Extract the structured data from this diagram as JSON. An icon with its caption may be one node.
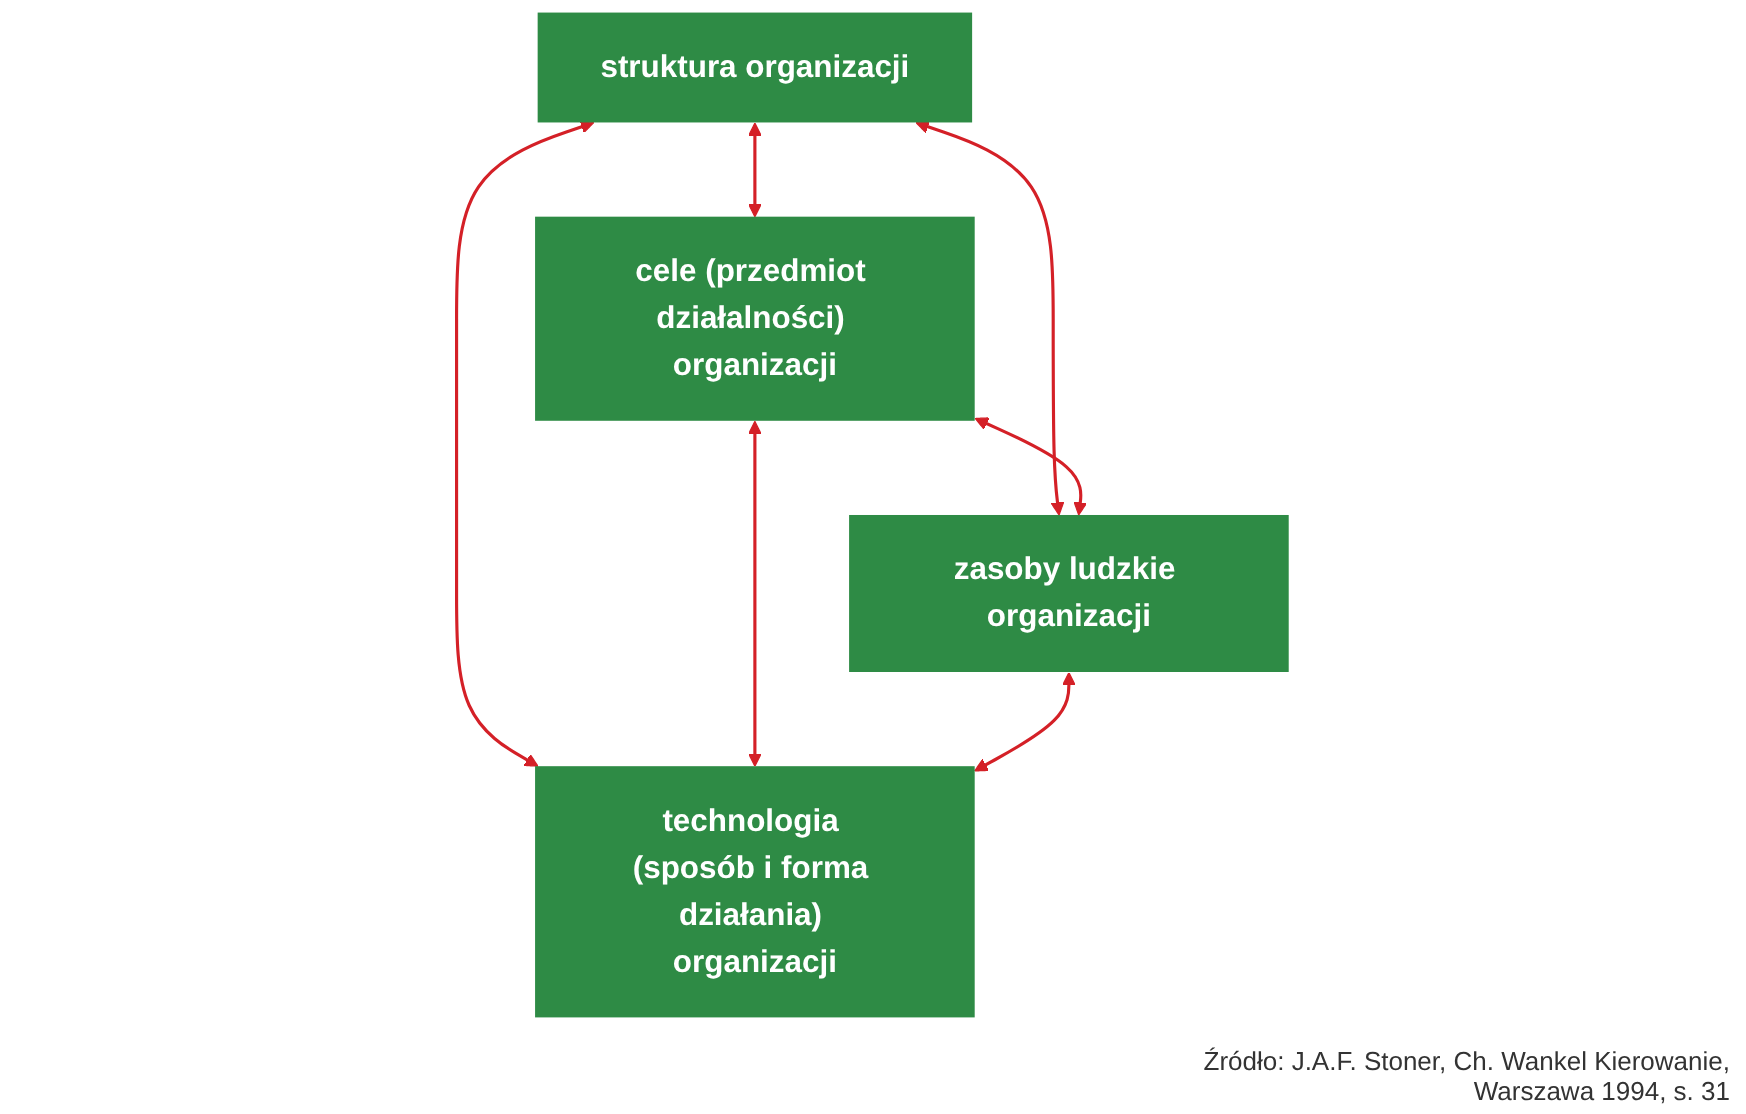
{
  "diagram": {
    "nodes": [
      {
        "text": [
          "struktura organizacji"
        ]
      },
      {
        "text": [
          "cele (przedmiot działalności) organizacji"
        ]
      },
      {
        "text": [
          "zasoby ludzkie organizacji"
        ]
      },
      {
        "text": [
          "technologia (sposób i forma działania) organizacji"
        ]
      }
    ],
    "edges": [
      {
        "from": 0,
        "to": 1,
        "arrow": "both"
      },
      {
        "from": 0,
        "to": 2,
        "arrow": "both"
      },
      {
        "from": 0,
        "to": 3,
        "arrow": "both"
      },
      {
        "from": 1,
        "to": 2,
        "arrow": "both"
      },
      {
        "from": 1,
        "to": 3,
        "arrow": "both"
      },
      {
        "from": 2,
        "to": 3,
        "arrow": "both"
      }
    ],
    "caption": "Źródło: J.A.F. Stoner, Ch. Wankel Kierowanie, Warszawa 1994, s. 31"
  }
}
